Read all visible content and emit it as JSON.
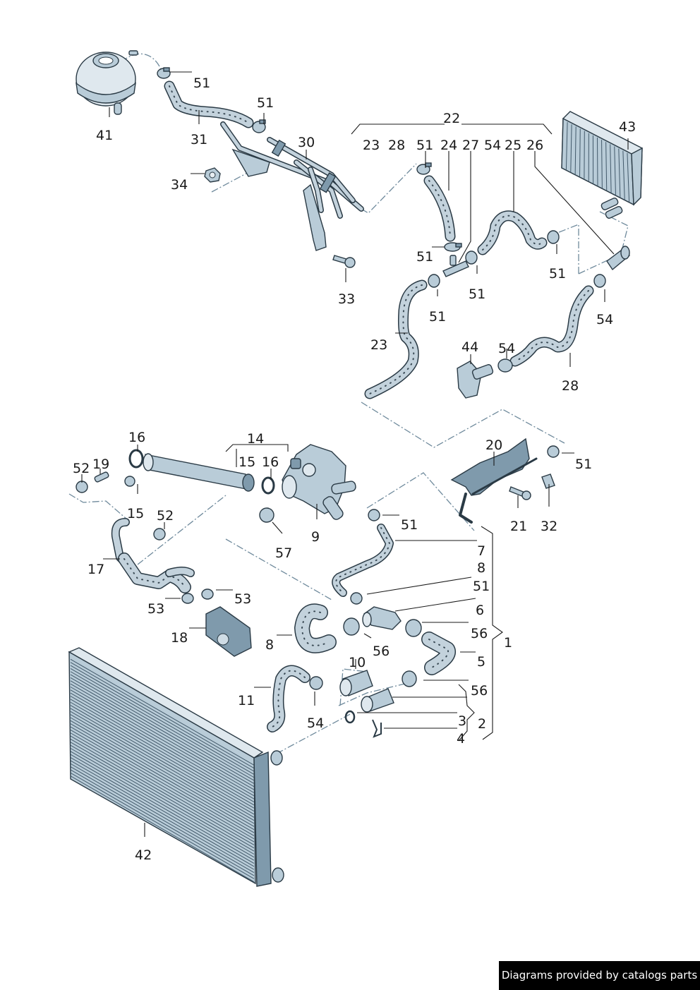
{
  "diagram": {
    "subject": "Engine cooling system parts diagram",
    "palette": {
      "part_fill": "#b9ccd8",
      "part_outline": "#2a3a45",
      "dash_line": "#6f8a9c",
      "label_color": "#1a1a1a"
    },
    "callouts": {
      "c41": "41",
      "c51a": "51",
      "c31": "31",
      "c51b": "51",
      "c30": "30",
      "c34": "34",
      "c33": "33",
      "c22": "22",
      "c23top": "23",
      "c28top": "28",
      "c51top": "51",
      "c24": "24",
      "c27": "27",
      "c54top": "54",
      "c25": "25",
      "c26": "26",
      "c43": "43",
      "c51c": "51",
      "c51d": "51",
      "c51e": "51",
      "c51f": "51",
      "c54a": "54",
      "c23": "23",
      "c44": "44",
      "c54b": "54",
      "c28": "28",
      "c16a": "16",
      "c14": "14",
      "c52a": "52",
      "c19": "19",
      "c15a": "15",
      "c16b": "16",
      "c15b": "15",
      "c52b": "52",
      "c9": "9",
      "c57": "57",
      "c17": "17",
      "c53a": "53",
      "c53b": "53",
      "c18": "18",
      "c20": "20",
      "c51g": "51",
      "c21": "21",
      "c32": "32",
      "c51h": "51",
      "c7": "7",
      "c8r": "8",
      "c51i": "51",
      "c6": "6",
      "c56a": "56",
      "c1": "1",
      "c5": "5",
      "c56b": "56",
      "c56c": "56",
      "c2": "2",
      "c3": "3",
      "c4": "4",
      "c8": "8",
      "c10": "10",
      "c11": "11",
      "c54c": "54",
      "c42": "42"
    }
  },
  "footer": {
    "credit": "Diagrams provided by catalogs parts"
  }
}
